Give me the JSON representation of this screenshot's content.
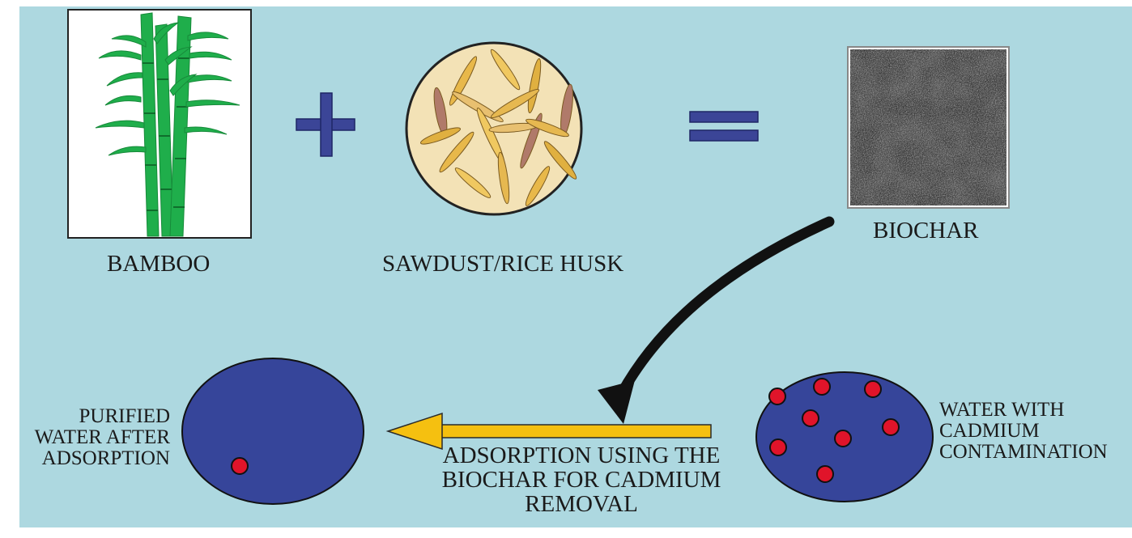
{
  "labels": {
    "bamboo": "BAMBOO",
    "sawdust": "SAWDUST/RICE HUSK",
    "biochar": "BIOCHAR",
    "purified": [
      "PURIFIED",
      "WATER AFTER",
      "ADSORPTION"
    ],
    "contaminated": [
      "WATER WITH",
      "CADMIUM",
      "CONTAMINATION"
    ],
    "process": [
      "ADSORPTION USING THE",
      "BIOCHAR FOR CADMIUM",
      "REMOVAL"
    ]
  },
  "colors": {
    "background": "#add8e0",
    "water": "#36459a",
    "cadmium": "#e0142a",
    "arrow_yellow": "#f5c010",
    "bamboo_green": "#1fae4b",
    "husk_dish": "#f3e2b6",
    "operator": "#3b4597"
  },
  "icons": {
    "bamboo": "bamboo-plant-icon",
    "plus": "plus-icon",
    "husk": "rice-husk-dish-icon",
    "equals": "equals-icon",
    "biochar": "biochar-texture-icon"
  }
}
